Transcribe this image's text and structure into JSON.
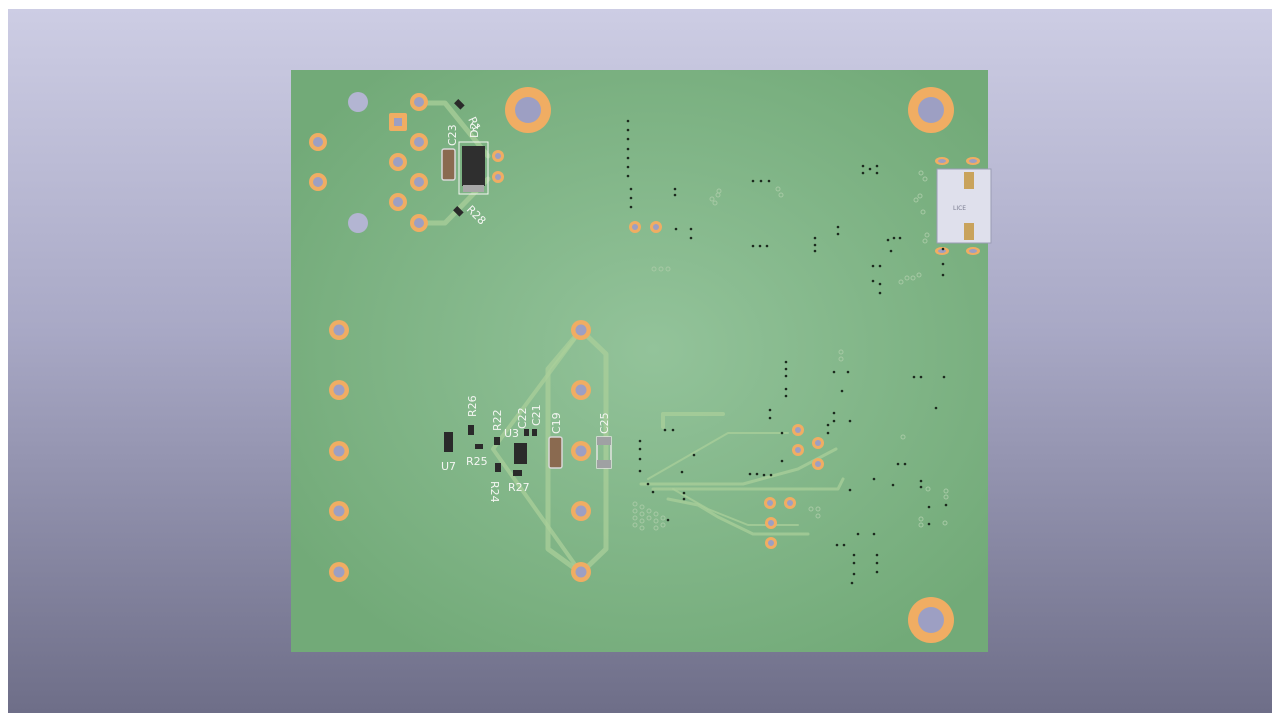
{
  "viewer": {
    "view": "3D board viewer - bottom side",
    "board_color": "#7fb184",
    "pad_color": "#f0ad63",
    "hole_color": "#9d9fc3",
    "background_top": "#cdcde4",
    "background_bottom": "#6e6e88"
  },
  "silkscreen": {
    "c23": "C23",
    "d2": "D2",
    "r1": "R1",
    "r28": "R28",
    "r26": "R26",
    "r22": "R22",
    "c22": "C22",
    "c21": "C21",
    "c19": "C19",
    "c25": "C25",
    "u3": "U3",
    "u7": "U7",
    "r25": "R25",
    "r24": "R24",
    "r27": "R27",
    "connector_marking": "LICE"
  }
}
